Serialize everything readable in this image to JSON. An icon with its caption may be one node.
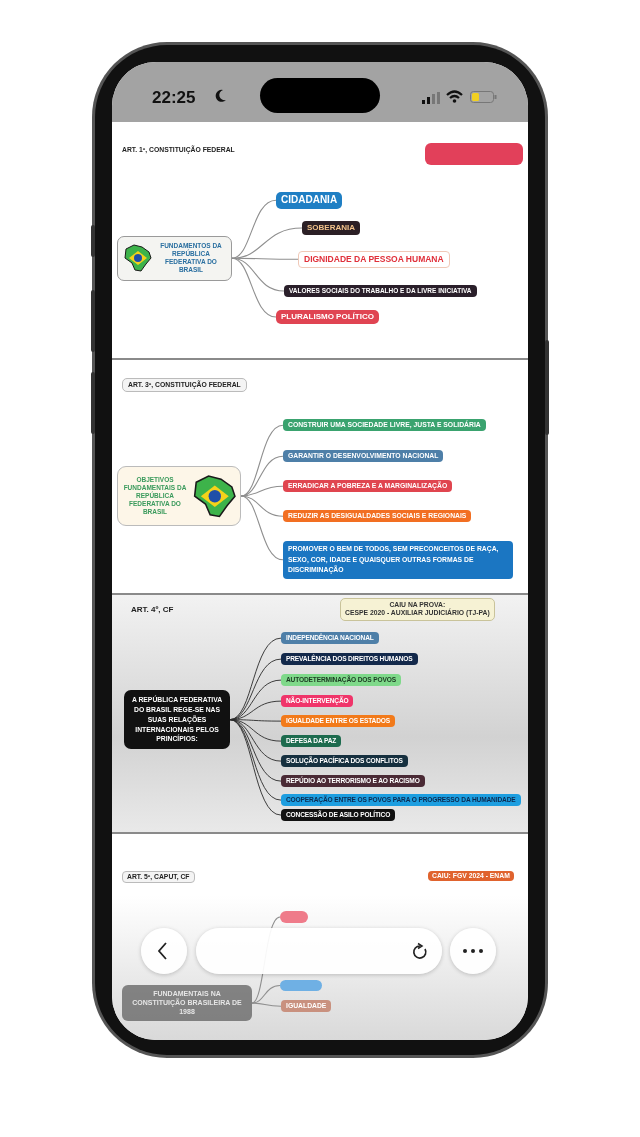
{
  "diagram": {
    "nodes": [
      {
        "text": [],
        "shape": "box"
      },
      {
        "text": [
          "FUNDAMENTOS DA REPÚBLICA FEDERATIVA DO BRASIL"
        ]
      },
      {
        "text": [
          "CIDADANIA"
        ]
      },
      {
        "text": [
          "SOBERANIA"
        ]
      },
      {
        "text": [
          "DIGNIDADE DA PESSOA HUMANA"
        ]
      },
      {
        "text": [
          "VALORES SOCIAIS DO TRABALHO E DA LIVRE INICIATIVA"
        ]
      },
      {
        "text": [
          "PLURALISMO POLÍTICO"
        ]
      },
      {
        "text": [
          "ART. 3º, CONSTITUIÇÃO FEDERAL"
        ]
      },
      {
        "text": [
          "OBJETIVOS FUNDAMENTAIS DA REPÚBLICA FEDERATIVA DO BRASIL"
        ]
      },
      {
        "text": [
          "CONSTRUIR UMA SOCIEDADE LIVRE, JUSTA E SOLIDÁRIA"
        ]
      },
      {
        "text": [
          "GARANTIR O DESENVOLVIMENTO NACIONAL"
        ]
      },
      {
        "text": [
          "ERRADICAR A POBREZA E A MARGINALIZAÇÃO"
        ]
      },
      {
        "text": [
          "REDUZIR AS DESIGUALDADES SOCIAIS E REGIONAIS"
        ]
      },
      {
        "text": [
          "PROMOVER O BEM DE TODOS, SEM PRECONCEITOS DE RAÇA, SEXO, COR, IDADE E QUAISQUER OUTRAS FORMAS DE DISCRIMINAÇÃO"
        ]
      },
      {
        "text": [
          "CAIU NA PROVA:",
          "CESPE 2020 - AUXILIAR JUDICIÁRIO (TJ-PA)"
        ]
      },
      {
        "text": [
          "A REPÚBLICA FEDERATIVA DO BRASIL REGE-SE NAS SUAS RELAÇÕES INTERNACIONAIS PELOS PRINCÍPIOS:"
        ]
      },
      {
        "text": [
          "INDEPENDÊNCIA NACIONAL"
        ]
      },
      {
        "text": [
          "PREVALÊNCIA DOS DIREITOS HUMANOS"
        ]
      },
      {
        "text": [
          "AUTODETERMINAÇÃO DOS POVOS"
        ]
      },
      {
        "text": [
          "NÃO-INTERVENÇÃO"
        ]
      },
      {
        "text": [
          "IGUALDADE ENTRE OS ESTADOS"
        ]
      },
      {
        "text": [
          "DEFESA DA PAZ"
        ]
      },
      {
        "text": [
          "SOLUÇÃO PACÍFICA DOS CONFLITOS"
        ]
      },
      {
        "text": [
          "REPÚDIO AO TERRORISMO E AO RACISMO"
        ]
      },
      {
        "text": [
          "COOPERAÇÃO ENTRE OS POVOS PARA O PROGRESSO DA HUMANIDADE"
        ]
      },
      {
        "text": [
          "CONCESSÃO DE ASILO POLÍTICO"
        ]
      },
      {
        "text": [
          "ART. 5º, CAPUT, CF"
        ]
      },
      {
        "text": [
          "CAIU: FGV 2024 - ENAM"
        ]
      },
      {
        "text": [
          "FUNDAMENTAIS NA CONSTITUIÇÃO BRASILEIRA DE 1988"
        ]
      },
      {
        "text": [],
        "shape": "box"
      },
      {
        "text": [],
        "shape": "box"
      },
      {
        "text": [
          "IGUALDADE"
        ]
      }
    ],
    "edges": [
      {
        "from": 1,
        "to": 2,
        "arrow": "none"
      },
      {
        "from": 1,
        "to": 3,
        "arrow": "none"
      },
      {
        "from": 1,
        "to": 4,
        "arrow": "none"
      },
      {
        "from": 1,
        "to": 5,
        "arrow": "none"
      },
      {
        "from": 1,
        "to": 6,
        "arrow": "none"
      },
      {
        "from": 8,
        "to": 9,
        "arrow": "none"
      },
      {
        "from": 8,
        "to": 10,
        "arrow": "none"
      },
      {
        "from": 8,
        "to": 11,
        "arrow": "none"
      },
      {
        "from": 8,
        "to": 12,
        "arrow": "none"
      },
      {
        "from": 8,
        "to": 13,
        "arrow": "none"
      },
      {
        "from": 15,
        "to": 16,
        "arrow": "none",
        "color": "#2a2a2a"
      },
      {
        "from": 15,
        "to": 17,
        "arrow": "none",
        "color": "#2a2a2a"
      },
      {
        "from": 15,
        "to": 18,
        "arrow": "none",
        "color": "#2a2a2a"
      },
      {
        "from": 15,
        "to": 19,
        "arrow": "none",
        "color": "#2a2a2a"
      },
      {
        "from": 15,
        "to": 20,
        "arrow": "none",
        "color": "#2a2a2a"
      },
      {
        "from": 15,
        "to": 21,
        "arrow": "none",
        "color": "#2a2a2a"
      },
      {
        "from": 15,
        "to": 22,
        "arrow": "none",
        "color": "#2a2a2a"
      },
      {
        "from": 15,
        "to": 23,
        "arrow": "none",
        "color": "#2a2a2a"
      },
      {
        "from": 15,
        "to": 24,
        "arrow": "none",
        "color": "#2a2a2a"
      },
      {
        "from": 15,
        "to": 25,
        "arrow": "none",
        "color": "#2a2a2a"
      },
      {
        "from": 28,
        "to": 29,
        "arrow": "none"
      },
      {
        "from": 28,
        "to": 30,
        "arrow": "none"
      },
      {
        "from": 28,
        "to": 31,
        "arrow": "none"
      }
    ],
    "labels": [
      "22:25",
      "ART. 1º, CONSTITUIÇÃO FEDERAL",
      "ART. 4º, CF"
    ]
  }
}
